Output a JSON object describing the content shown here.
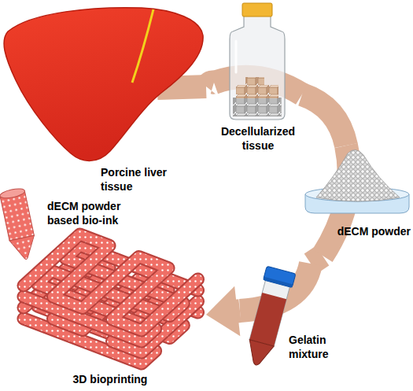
{
  "diagram": {
    "nodes": [
      {
        "text": [
          "Porcine liver tissue"
        ]
      },
      {
        "text": [
          "Decellularized tissue"
        ]
      },
      {
        "text": [
          "dECM powder"
        ]
      },
      {
        "text": [
          "Gelatin mixture"
        ]
      },
      {
        "text": [
          "dECM powder based bio-ink",
          "3D bioprinting"
        ]
      }
    ],
    "edges": [
      {
        "from": 0,
        "to": 1,
        "arrow": "none"
      },
      {
        "from": 1,
        "to": 2,
        "arrow": "none"
      },
      {
        "from": 2,
        "to": 3,
        "arrow": "none"
      },
      {
        "from": 3,
        "to": 4,
        "arrow": "to"
      }
    ]
  }
}
